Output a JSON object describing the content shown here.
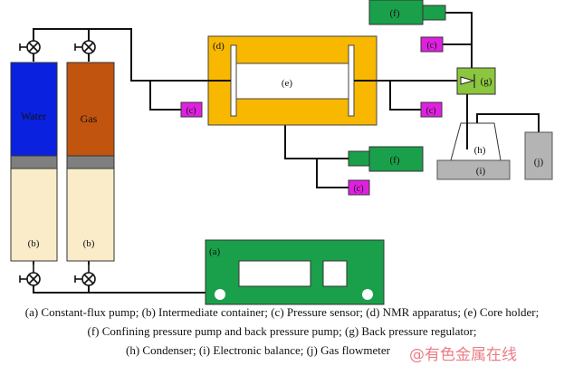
{
  "diagram": {
    "containers": [
      {
        "fluid_label": "Water",
        "fluid_color": "#0a22e0",
        "fluid_text_color": "#ffffff",
        "label": "(b)"
      },
      {
        "fluid_label": "Gas",
        "fluid_color": "#c1540f",
        "fluid_text_color": "#f6d8b0",
        "label": "(b)"
      }
    ],
    "container_lower_color": "#fbecc9",
    "piston_color": "#7f7f7f",
    "pump_a": {
      "label": "(a)",
      "color": "#1aa04a"
    },
    "nmr": {
      "label": "(d)",
      "color": "#f8b800"
    },
    "core_holder": {
      "label": "(e)"
    },
    "pressure_sensor": {
      "label": "(c)",
      "color": "#e020e0"
    },
    "pressure_pump": {
      "label": "(f)",
      "color": "#1aa04a"
    },
    "regulator": {
      "label": "(g)",
      "color": "#8cc63f"
    },
    "condenser": {
      "label": "(h)"
    },
    "balance": {
      "label": "(i)",
      "color": "#b4b4b4"
    },
    "flowmeter": {
      "label": "(j)",
      "color": "#b4b4b4"
    }
  },
  "caption": {
    "line1": "(a) Constant-flux pump; (b) Intermediate container; (c) Pressure sensor; (d) NMR apparatus; (e) Core holder;",
    "line2": "(f) Confining pressure pump and back pressure pump; (g) Back pressure regulator;",
    "line3": "(h) Condenser; (i) Electronic balance; (j) Gas flowmeter"
  },
  "watermark": "@有色金属在线"
}
